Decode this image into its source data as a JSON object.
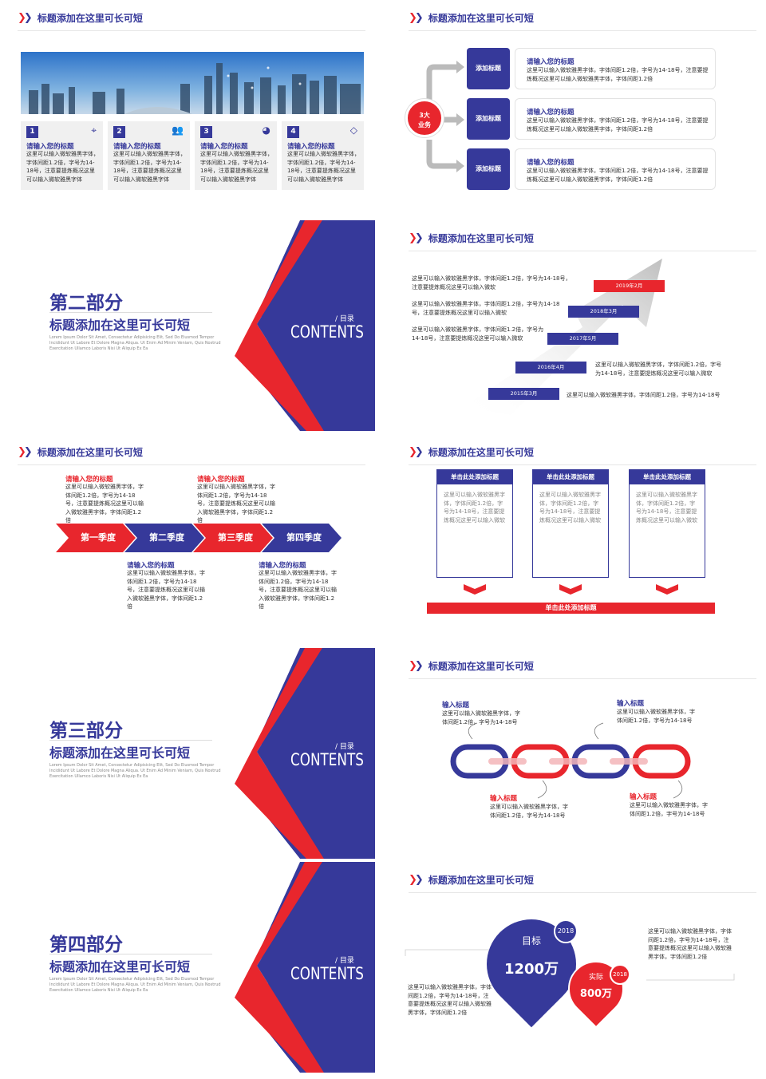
{
  "header_title": "标题添加在这里可长可短",
  "placeholder_title": "请输入您的标题",
  "body_short": "这里可以输入微软雅黑字体，字体间距1.2倍，字号为14-18号，注意要提炼概况这里可以输入微软雅黑字体",
  "body_long": "这里可以输入微软雅黑字体，字体间距1.2倍，字号为14-18号，注意要提炼概况这里可以输入微软雅黑字体，字体间距1.2倍",
  "colors": {
    "blue": "#36399a",
    "red": "#e8262d"
  },
  "slide1": {
    "cards": [
      {
        "num": "1",
        "icon": "location-icon",
        "title": "请输入您的标题"
      },
      {
        "num": "2",
        "icon": "people-icon",
        "title": "请输入您的标题"
      },
      {
        "num": "3",
        "icon": "globe-icon",
        "title": "请输入您的标题"
      },
      {
        "num": "4",
        "icon": "diamond-icon",
        "title": "请输入您的标题"
      }
    ]
  },
  "slide2": {
    "center": "3大\n业务",
    "items": [
      {
        "tag": "添加标题",
        "title": "请输入您的标题",
        "desc": "这里可以输入微软雅黑字体，字体间距1.2倍，字号为14-18号，注意要提炼概况这里可以输入微软雅黑字体，字体间距1.2倍"
      },
      {
        "tag": "添加标题",
        "title": "请输入您的标题",
        "desc": "这里可以输入微软雅黑字体，字体间距1.2倍，字号为14-18号，注意要提炼概况这里可以输入微软雅黑字体，字体间距1.2倍"
      },
      {
        "tag": "添加标题",
        "title": "请输入您的标题",
        "desc": "这里可以输入微软雅黑字体，字体间距1.2倍，字号为14-18号，注意要提炼概况这里可以输入微软雅黑字体，字体间距1.2倍"
      }
    ]
  },
  "section": {
    "lorem": "Lorem Ipsum Dolor Sit Amet, Consectetur Adipisicing Elit, Sed Do Eiusmod Tempor Incididunt Ut Labore Et Dolore Magna Aliqua. Ut Enim Ad Minim Veniam, Quis Nostrud Exercitation Ullamco Laboris Nisi Ut Aliquip Ex Ea",
    "subtitle": "标题添加在这里可长可短",
    "mulu": "/ 目录",
    "contents": "CONTENTS",
    "parts": [
      "第二部分",
      "第三部分",
      "第四部分"
    ]
  },
  "timeline": {
    "steps": [
      {
        "label": "2019年2月",
        "desc": "这里可以输入微软雅黑字体，字体间距1.2倍，字号为14-18号，注意要提炼概况这里可以输入微软"
      },
      {
        "label": "2018年3月",
        "desc": "这里可以输入微软雅黑字体，字体间距1.2倍，字号为14-18号，注意要提炼概况这里可以输入微软"
      },
      {
        "label": "2017年5月",
        "desc": "这里可以输入微软雅黑字体，字体间距1.2倍，字号为14-18号，注意要提炼概况这里可以输入微软"
      },
      {
        "label": "2016年4月",
        "desc": "这里可以输入微软雅黑字体，字体间距1.2倍，字号为14-18号，注意要提炼概况这里可以输入微软"
      },
      {
        "label": "2015年3月",
        "desc": "这里可以输入微软雅黑字体，字体间距1.2倍，字号为14-18号"
      }
    ]
  },
  "quarters": {
    "labels": [
      "第一季度",
      "第二季度",
      "第三季度",
      "第四季度"
    ],
    "top_title": "请输入您的标题",
    "bottom_title": "请输入您的标题",
    "desc": "这里可以输入微软雅黑字体，字体间距1.2倍，字号为14-18号，注意要提炼概况这里可以输入微软雅黑字体，字体间距1.2倍"
  },
  "boxes": {
    "head": "单击此处添加标题",
    "desc": "这里可以输入微软雅黑字体，字体间距1.2倍，字号为14-18号，注意要提炼概况这里可以输入微软",
    "bar": "单击此处添加标题"
  },
  "chain": {
    "label": "输入标题",
    "desc": "这里可以输入微软雅黑字体，字体间距1.2倍，字号为14-18号"
  },
  "target": {
    "goal_label": "目标",
    "goal_value": "1200万",
    "actual_label": "实际",
    "actual_value": "800万",
    "year": "2018",
    "desc": "这里可以输入微软雅黑字体，字体间距1.2倍，字号为14-18号，注意要提炼概况这里可以输入微软雅黑字体，字体间距1.2倍"
  }
}
